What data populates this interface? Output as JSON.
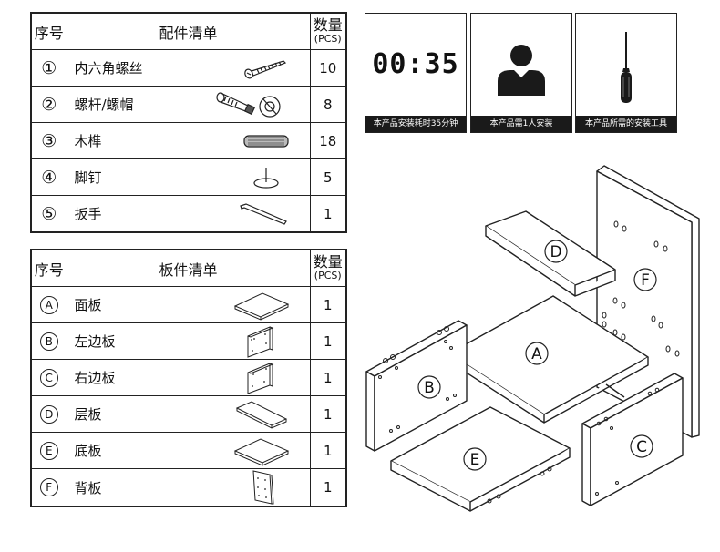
{
  "hardware_table": {
    "header": {
      "index": "序号",
      "name": "配件清单",
      "qty_main": "数量",
      "qty_unit": "(PCS)"
    },
    "rows": [
      {
        "index": "①",
        "name": "内六角螺丝",
        "qty": "10",
        "icon": "screw-icon"
      },
      {
        "index": "②",
        "name": "螺杆/螺帽",
        "qty": "8",
        "icon": "cam-bolt-icon"
      },
      {
        "index": "③",
        "name": "木榫",
        "qty": "18",
        "icon": "dowel-icon"
      },
      {
        "index": "④",
        "name": "脚钉",
        "qty": "5",
        "icon": "foot-nail-icon"
      },
      {
        "index": "⑤",
        "name": "扳手",
        "qty": "1",
        "icon": "allen-key-icon"
      }
    ]
  },
  "board_table": {
    "header": {
      "index": "序号",
      "name": "板件清单",
      "qty_main": "数量",
      "qty_unit": "(PCS)"
    },
    "rows": [
      {
        "index": "A",
        "name": "面板",
        "qty": "1",
        "icon": "top-panel-icon"
      },
      {
        "index": "B",
        "name": "左边板",
        "qty": "1",
        "icon": "left-side-panel-icon"
      },
      {
        "index": "C",
        "name": "右边板",
        "qty": "1",
        "icon": "right-side-panel-icon"
      },
      {
        "index": "D",
        "name": "层板",
        "qty": "1",
        "icon": "shelf-panel-icon"
      },
      {
        "index": "E",
        "name": "底板",
        "qty": "1",
        "icon": "bottom-panel-icon"
      },
      {
        "index": "F",
        "name": "背板",
        "qty": "1",
        "icon": "back-panel-icon"
      }
    ]
  },
  "badges": {
    "time": {
      "display": "00:35",
      "caption": "本产品安装耗时35分钟"
    },
    "people": {
      "caption": "本产品需1人安装",
      "icon": "person-icon"
    },
    "tool": {
      "caption": "本产品所需的安装工具",
      "icon": "screwdriver-icon"
    }
  },
  "diagram_labels": {
    "a": "A",
    "b": "B",
    "c": "C",
    "d": "D",
    "e": "E",
    "f": "F"
  }
}
